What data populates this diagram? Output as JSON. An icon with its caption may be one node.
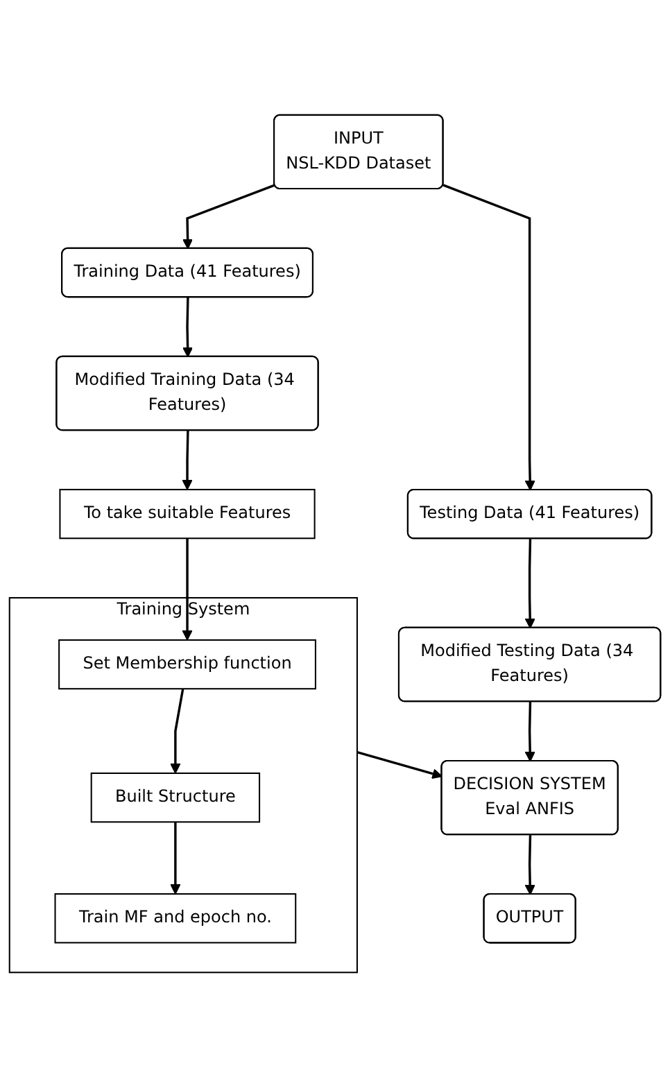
{
  "diagram": {
    "nodes": [
      {
        "text": [
          "INPUT",
          "NSL-KDD Dataset"
        ]
      },
      {
        "text": [
          "Training Data (41 Features)"
        ]
      },
      {
        "text": [
          "Testing Data (41 Features)"
        ]
      },
      {
        "text": [
          "Modified Training Data (34 Features)"
        ]
      },
      {
        "text": [
          "Modified Testing Data (34 Features)"
        ]
      },
      {
        "text": [
          "To take suitable Features"
        ]
      },
      {
        "text": [
          "Training System"
        ]
      },
      {
        "text": [
          "Set Membership function"
        ],
        "in": 6
      },
      {
        "text": [
          "Built Structure"
        ],
        "in": 6
      },
      {
        "text": [
          "Train MF and epoch no."
        ],
        "in": 6
      },
      {
        "text": [
          "DECISION SYSTEM",
          "Eval ANFIS"
        ]
      },
      {
        "text": [
          "OUTPUT"
        ]
      }
    ],
    "edges": [
      {
        "from": 0,
        "to": 1,
        "arrow": "to"
      },
      {
        "from": 0,
        "to": 2,
        "arrow": "to"
      },
      {
        "from": 1,
        "to": 3,
        "arrow": "to"
      },
      {
        "from": 2,
        "to": 4,
        "arrow": "to"
      },
      {
        "from": 3,
        "to": 5,
        "arrow": "to"
      },
      {
        "from": 5,
        "to": 7,
        "arrow": "to"
      },
      {
        "from": 7,
        "to": 8,
        "arrow": "to"
      },
      {
        "from": 8,
        "to": 9,
        "arrow": "to"
      },
      {
        "from": 6,
        "to": 10,
        "arrow": "to"
      },
      {
        "from": 4,
        "to": 10,
        "arrow": "to"
      },
      {
        "from": 10,
        "to": 11,
        "arrow": "to"
      }
    ]
  }
}
